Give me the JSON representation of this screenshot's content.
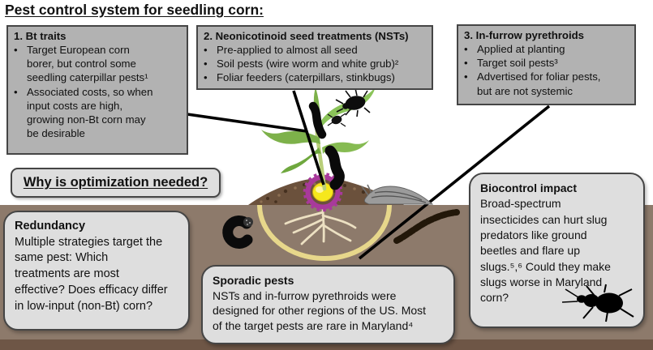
{
  "title": "Pest control system for seedling corn:",
  "boxes": {
    "bt": {
      "title": "1. Bt traits",
      "bullets": [
        "Target European corn\nborer, but control some\nseedling caterpillar pests¹",
        "Associated costs, so when\ninput costs are high,\ngrowing non-Bt corn may\nbe desirable"
      ]
    },
    "nst": {
      "title": "2. Neonicotinoid seed treatments (NSTs)",
      "bullets": [
        "Pre-applied to almost all seed",
        "Soil pests (wire worm and white grub)²",
        "Foliar feeders (caterpillars, stinkbugs)"
      ]
    },
    "pyrethroids": {
      "title": "3. In-furrow pyrethroids",
      "bullets": [
        "Applied at planting",
        "Target soil pests³",
        "Advertised for foliar pests,\nbut are not systemic"
      ]
    }
  },
  "question": "Why is optimization needed?",
  "panels": {
    "redundancy": {
      "title": "Redundancy",
      "body": "Multiple strategies target the\nsame pest: Which\ntreatments are most\neffective? Does efficacy differ\nin low-input (non-Bt) corn?"
    },
    "sporadic": {
      "title": "Sporadic pests",
      "body": "NSTs and in-furrow pyrethroids were\ndesigned for other regions of the US. Most\nof the target pests are rare in Maryland⁴"
    },
    "biocontrol": {
      "title": "Biocontrol impact",
      "body": "Broad-spectrum\ninsecticides can hurt slug\npredators like ground\nbeetles and flare up\nslugs.⁵,⁶ Could they make\nslugs worse in Maryland\ncorn?"
    }
  },
  "bullet_glyph": "•",
  "illustration": {
    "elements": [
      "corn-seedling",
      "caterpillars",
      "stink-bug",
      "treated-seed",
      "seed-ring",
      "seed-roots",
      "in-furrow-treatment-band",
      "soil-mound",
      "white-grub",
      "wireworm",
      "slug",
      "ground-beetle"
    ]
  },
  "colors": {
    "soil": "#8d7a6b",
    "soil_dark": "#6e5646",
    "box_gray": "#b2b2b2",
    "panel_gray": "#dedede",
    "border": "#454545",
    "seed_yellow": "#f6e81c",
    "seed_ring_magenta": "#a8399b",
    "furrow_band_yellow": "#e7d78b",
    "leaf_green": "#7db14a"
  }
}
